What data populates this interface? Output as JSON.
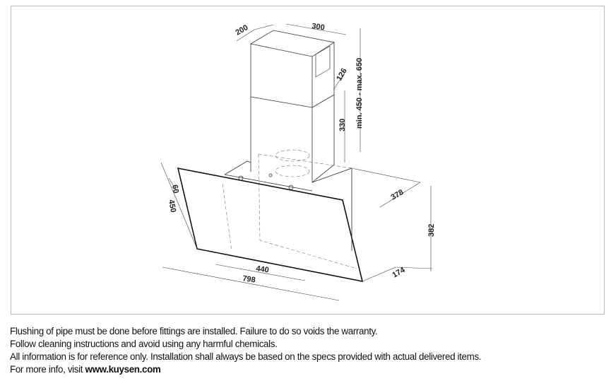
{
  "diagram": {
    "title": "Range hood dimensions drawing",
    "dimensions": {
      "chimney_depth": "200",
      "chimney_width": "300",
      "vent_height": "126",
      "lower_chimney": "330",
      "chimney_range": "min. 450 - max. 650",
      "hood_depth": "378",
      "hood_height": "382",
      "bottom_depth": "174",
      "inner_width": "440",
      "total_width": "798",
      "glass_top": "60",
      "glass_height": "450"
    }
  },
  "notes": {
    "line1": "Flushing of pipe must be done before fittings are installed. Failure to do so voids the warranty.",
    "line2": "Follow cleaning instructions and avoid using any harmful chemicals.",
    "line3": "All information is for reference only. Installation shall always be based on the specs provided with actual delivered items.",
    "line4_prefix": "For more info, visit ",
    "website": "www.kuysen.com"
  }
}
